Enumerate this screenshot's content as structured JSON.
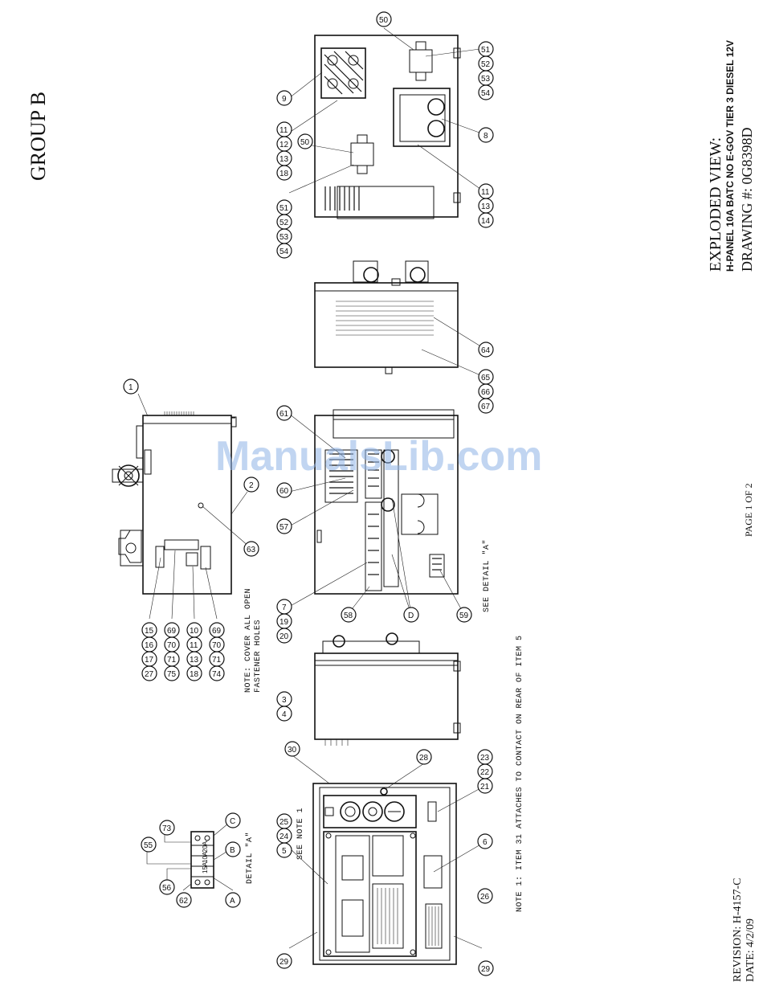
{
  "title": {
    "group": "GROUP B",
    "view": "EXPLODED VIEW:",
    "subtitle": "H-PANEL 10A BATC NO E-GOV TIER 3 DIESEL 12V",
    "drawing": "DRAWING #: 0G8398D",
    "page": "PAGE 1 OF 2",
    "revision": "REVISION: H-4157-C",
    "date": "DATE: 4/2/09"
  },
  "watermark": "ManualsLib.com",
  "notes": {
    "cover_holes": "NOTE: COVER ALL OPEN",
    "cover_holes_2": "FASTENER HOLES",
    "note1": "NOTE 1: ITEM 31 ATTACHES TO CONTACT ON REAR OF ITEM 5",
    "see_note": "SEE NOTE 1",
    "see_detail": "SEE DETAIL \"A\"",
    "detail_a": "DETAIL \"A\""
  },
  "fuse_labels": [
    "15A",
    "10A",
    "20A"
  ],
  "callouts": {
    "view1": [
      "1",
      "2",
      "63"
    ],
    "view1_bottom": [
      [
        "27",
        "17",
        "16",
        "15"
      ],
      [
        "75",
        "71",
        "70",
        "69"
      ],
      [
        "18",
        "13",
        "11",
        "10"
      ],
      [
        "74",
        "71",
        "70",
        "69"
      ]
    ],
    "detail": [
      "73",
      "55",
      "56",
      "62",
      "A",
      "B",
      "C"
    ],
    "view_front": [
      "30",
      "28",
      "29",
      "29",
      "6",
      "26"
    ],
    "view_front_bottom": [
      [
        "5",
        "24",
        "25"
      ],
      [
        "21",
        "22",
        "23"
      ]
    ],
    "view_side": [
      [
        "4",
        "3"
      ]
    ],
    "view_mid": [
      "61",
      "60",
      "57",
      "58",
      "D",
      "59"
    ],
    "view_mid_bottom": [
      [
        "20",
        "19",
        "7"
      ]
    ],
    "view_heatsink": [
      "64"
    ],
    "view_heatsink_bottom": [
      [
        "67",
        "66",
        "65"
      ]
    ],
    "view_back": [
      "50",
      "9",
      "8",
      "50"
    ],
    "view_back_groups": [
      [
        "18",
        "13",
        "12",
        "11"
      ],
      [
        "54",
        "53",
        "52",
        "51"
      ],
      [
        "14",
        "13",
        "11"
      ],
      [
        "54",
        "53",
        "52",
        "51"
      ]
    ]
  }
}
